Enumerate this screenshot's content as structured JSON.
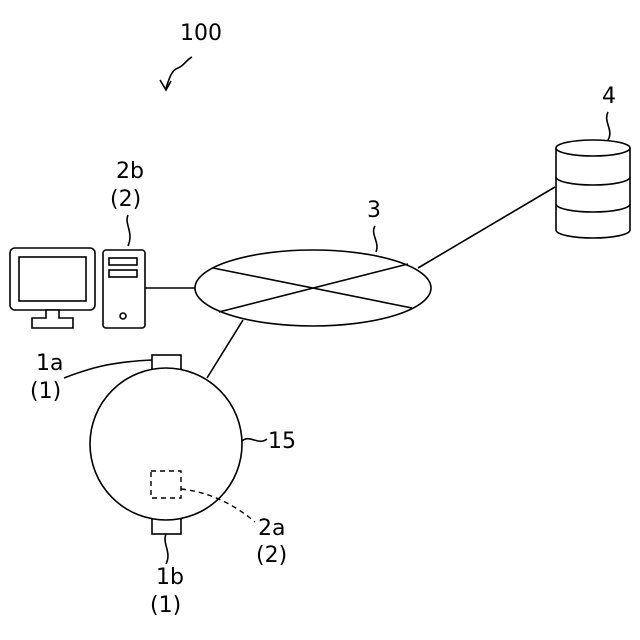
{
  "labels": {
    "system": "100",
    "computer_top": "2b",
    "computer_sub": "(2)",
    "network": "3",
    "database": "4",
    "sensor_top": "1a",
    "sensor_top_sub": "(1)",
    "vessel": "15",
    "internal": "2a",
    "internal_sub": "(2)",
    "sensor_bottom": "1b",
    "sensor_bottom_sub": "(1)"
  }
}
